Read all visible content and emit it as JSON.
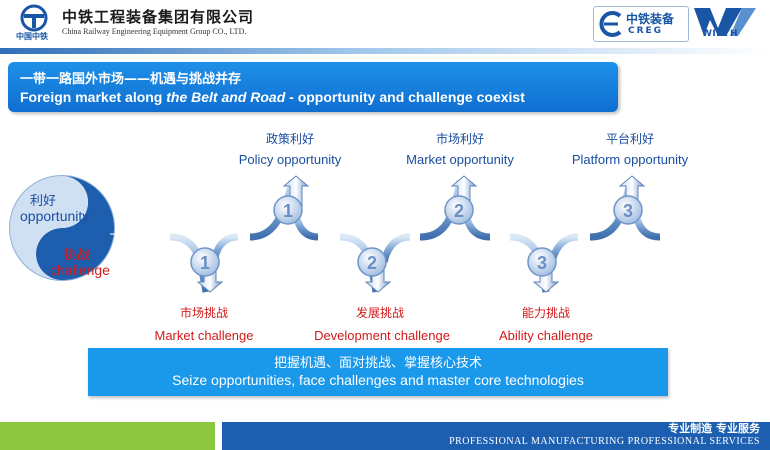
{
  "header": {
    "company_cn": "中铁工程装备集团有限公司",
    "company_en": "China Railway Engineering Equipment Group CO., LTD.",
    "logo_sub": "中国中铁",
    "creg_cn": "中铁装备",
    "creg_en": "CREG",
    "wirth": "WIRTH"
  },
  "banner": {
    "title_cn": "一带一路国外市场——机遇与挑战并存",
    "title_en_pre": "Foreign market  along ",
    "title_en_em": "the Belt and Road",
    "title_en_post": " - opportunity and challenge coexist"
  },
  "yinyang": {
    "top_cn": "利好",
    "top_en": "opportunity",
    "bottom_cn": "挑战",
    "bottom_en": "challenge"
  },
  "opportunities": [
    {
      "num": "1",
      "cn": "政策利好",
      "en": "Policy opportunity"
    },
    {
      "num": "2",
      "cn": "市场利好",
      "en": "Market opportunity"
    },
    {
      "num": "3",
      "cn": "平台利好",
      "en": "Platform opportunity"
    }
  ],
  "challenges": [
    {
      "num": "1",
      "cn": "市场挑战",
      "en": "Market challenge"
    },
    {
      "num": "2",
      "cn": "发展挑战",
      "en": "Development challenge"
    },
    {
      "num": "3",
      "cn": "能力挑战",
      "en": "Ability challenge"
    }
  ],
  "bottom_box": {
    "cn": "把握机遇、面对挑战、掌握核心技术",
    "en": "Seize opportunities, face challenges and master core technologies"
  },
  "footer": {
    "cn": "专业制造  专业服务",
    "en": "PROFESSIONAL MANUFACTURING PROFESSIONAL SERVICES"
  },
  "colors": {
    "banner_blue": "#1e90e8",
    "opportunity_text": "#1a4ea0",
    "challenge_text": "#d21a1a",
    "footer_green": "#8cc63f",
    "footer_blue": "#1c5fb0"
  }
}
